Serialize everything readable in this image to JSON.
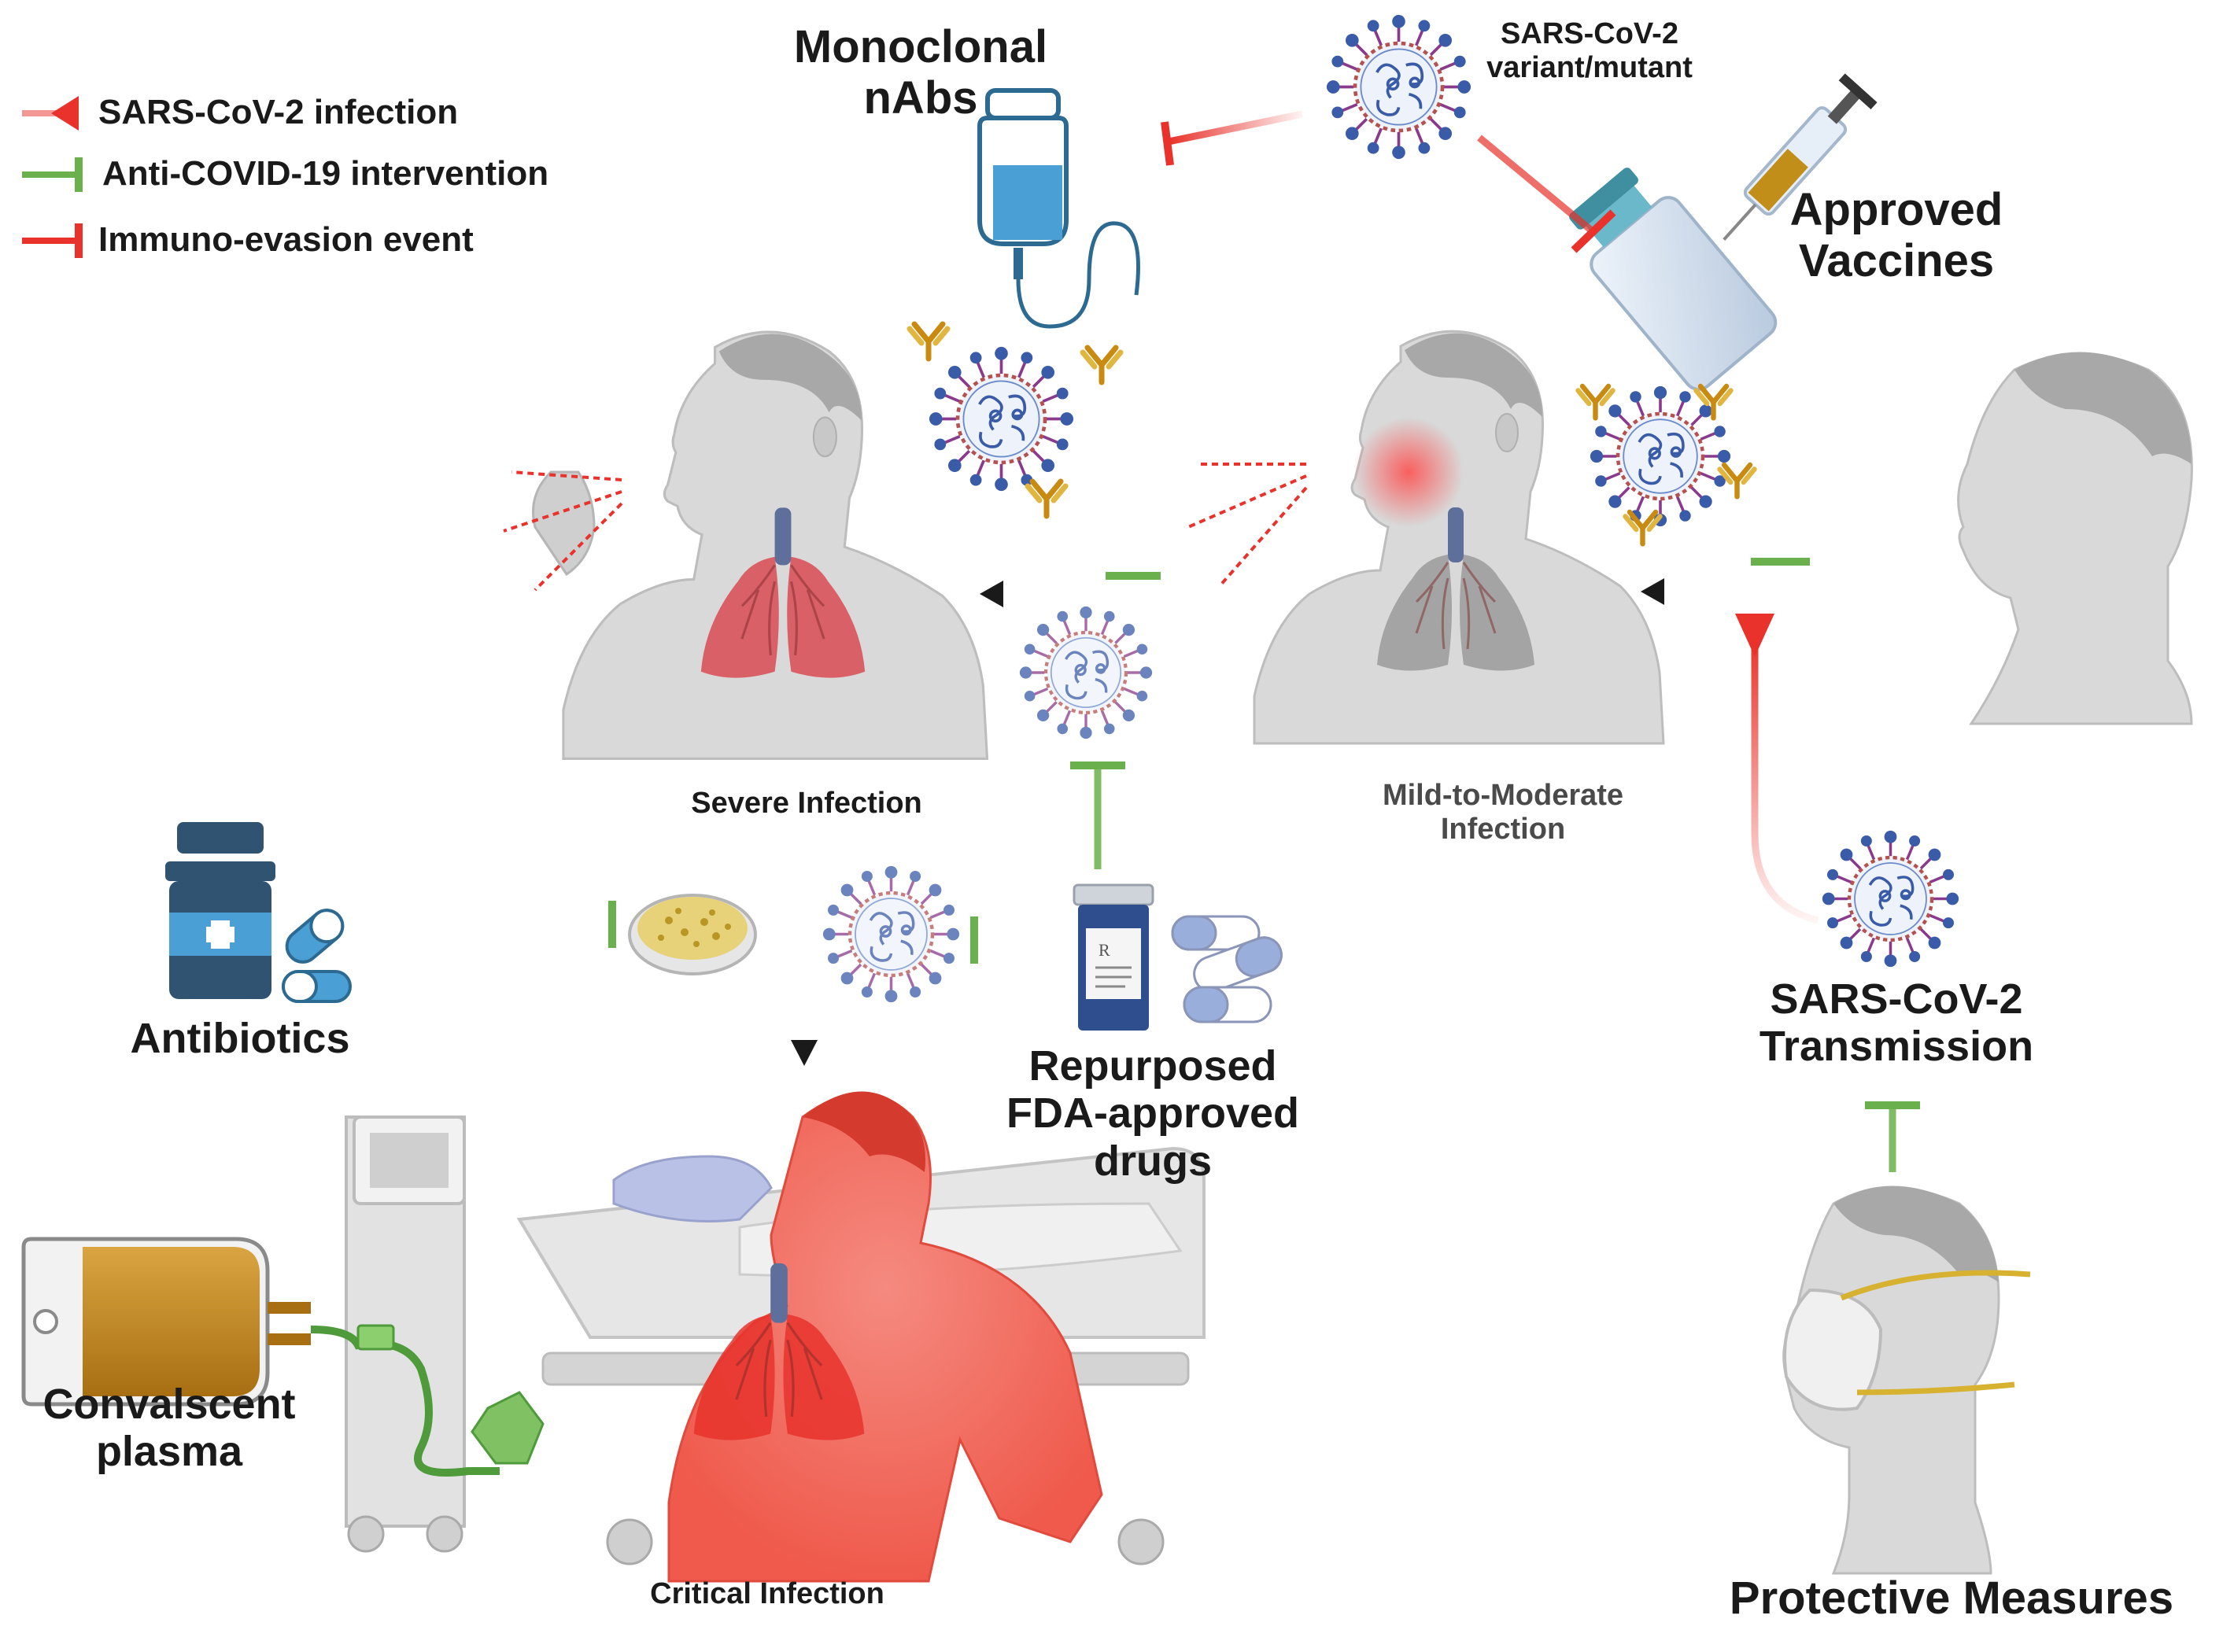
{
  "legend": {
    "items": [
      {
        "label": "SARS-CoV-2 infection",
        "color": "#e8322b",
        "type": "arrow"
      },
      {
        "label": "Anti-COVID-19 intervention",
        "color": "#6ab04c",
        "type": "inhibit"
      },
      {
        "label": "Immuno-evasion event",
        "color": "#e8322b",
        "type": "inhibit"
      }
    ]
  },
  "labels": {
    "monoclonal": "Monoclonal\nnAbs",
    "variant": "SARS-CoV-2\nvariant/mutant",
    "vaccines": "Approved\nVaccines",
    "severe": "Severe Infection",
    "mild": "Mild-to-Moderate\nInfection",
    "antibiotics": "Antibiotics",
    "repurposed": "Repurposed\nFDA-approved\ndrugs",
    "transmission": "SARS-CoV-2\nTransmission",
    "plasma": "Convalscent\nplasma",
    "critical": "Critical Infection",
    "protective": "Protective Measures"
  },
  "colors": {
    "infection_red": "#e8322b",
    "intervention_green": "#6ab04c",
    "arrow_black": "#1a1a1a",
    "skin_gray": "#d9d9d9",
    "critical_red": "#f26b5f",
    "virus_blue": "#3a5ba8"
  },
  "icons": [
    "iv-bag-icon",
    "virus-icon",
    "vaccine-vial-icon",
    "syringe-icon",
    "antibody-icon",
    "medicine-bottle-icon",
    "capsule-icon",
    "petri-dish-icon",
    "pill-bottle-icon",
    "plasma-bag-icon",
    "ventilator-icon",
    "hospital-bed-icon",
    "face-mask-icon",
    "lungs-icon"
  ]
}
